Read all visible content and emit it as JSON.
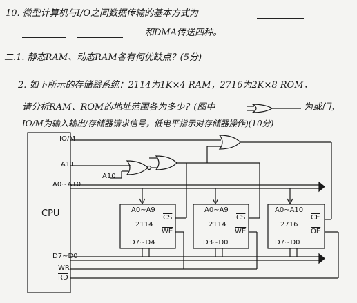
{
  "q10": {
    "line1": "10. 微型计算机与I/O之间数据传输的基本方式为",
    "line2_end": "和DMA传送四种。"
  },
  "section2": {
    "q1": "二.1. 静态RAM、动态RAM各有何优缺点？(5分)",
    "q2_line1": "2. 如下所示的存储器系统：2114为1K×4 RAM，2716为2K×8 ROM，",
    "q2_line2a": "请分析RAM、ROM的地址范围各为多少？(图中",
    "q2_line2b": "为或门，",
    "q2_line3": "IO/M为输入输出/存储器请求信号，低电平指示对存储器操作)(10分)"
  },
  "diagram": {
    "cpu_label": "CPU",
    "signals": [
      "IO/M",
      "A11",
      "A0~A10",
      "D7~D0",
      "WR",
      "RD"
    ],
    "a10_label": "A10",
    "chips": [
      {
        "addr": "A0~A9",
        "name": "2114",
        "cs": "CS",
        "we": "WE",
        "data": "D7~D4"
      },
      {
        "addr": "A0~A9",
        "name": "2114",
        "cs": "CS",
        "we": "WE",
        "data": "D3~D0"
      },
      {
        "addr": "A0~A10",
        "name": "2716",
        "cs": "CE",
        "we": "OE",
        "data": "D7~D0"
      }
    ]
  }
}
